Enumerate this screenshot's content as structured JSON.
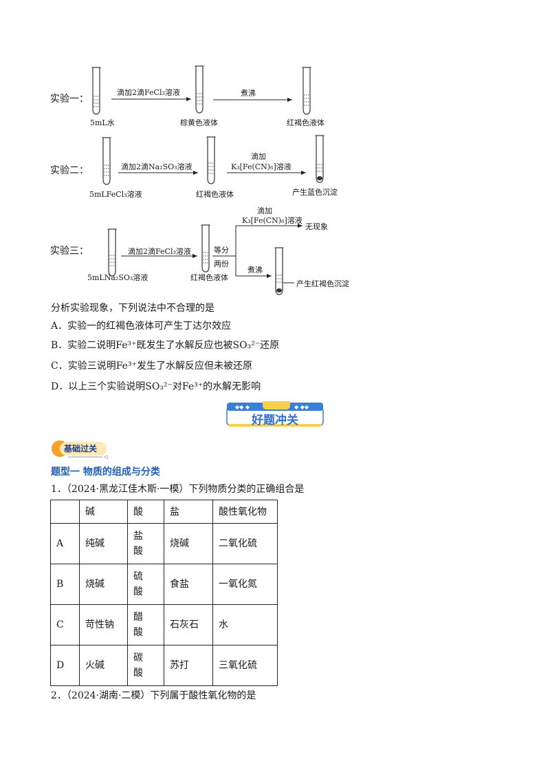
{
  "experiments": {
    "exp1": {
      "label": "实验一：",
      "start_label": "5mL水",
      "arrow1_label": "滴加2滴FeCl₃溶液",
      "mid_label": "棕黄色液体",
      "arrow2_label": "煮沸",
      "end_label": "红褐色液体"
    },
    "exp2": {
      "label": "实验二：",
      "start_label": "5mLFeCl₃溶液",
      "arrow1_label": "滴加2滴Na₂SO₃溶液",
      "mid_label": "红褐色液体",
      "arrow2_label_top": "滴加",
      "arrow2_label_bottom": "K₃[Fe(CN)₆]溶液",
      "end_label": "产生蓝色沉淀"
    },
    "exp3": {
      "label": "实验三：",
      "start_label": "5mLNa₂SO₃溶液",
      "arrow1_label": "滴加2滴FeCl₃溶液",
      "mid_label": "红褐色液体",
      "split_label_top": "等分",
      "split_label_bottom": "两份",
      "branch1_label_top": "滴加",
      "branch1_label_bottom": "K₃[Fe(CN)₆]溶液",
      "branch1_result": "无现象",
      "branch2_label": "煮沸",
      "branch2_result": "产生红褐色沉淀"
    }
  },
  "question": {
    "stem": "分析实验现象，下列说法中不合理的是",
    "options": [
      "A．实验一的红褐色液体可产生丁达尔效应",
      "B．实验二说明Fe³⁺既发生了水解反应也被SO₃²⁻还原",
      "C．实验三说明Fe³⁺发生了水解反应但未被还原",
      "D．以上三个实验说明SO₃²⁻对Fe³⁺的水解无影响"
    ]
  },
  "banner": {
    "title": "好题冲关"
  },
  "section_badge": {
    "title": "基础过关"
  },
  "topic_heading": "题型一  物质的组成与分类",
  "q1": {
    "stem": "1．（2024·黑龙江佳木斯·一模）下列物质分类的正确组合是",
    "table": {
      "headers": [
        "",
        "碱",
        "酸",
        "盐",
        "酸性氧化物"
      ],
      "rows": [
        [
          "A",
          "纯碱",
          "盐\n酸",
          "烧碱",
          "二氧化硫"
        ],
        [
          "B",
          "烧碱",
          "硫\n酸",
          "食盐",
          "一氧化氮"
        ],
        [
          "C",
          "苛性钠",
          "醋\n酸",
          "石灰石",
          "水"
        ],
        [
          "D",
          "火碱",
          "碳\n酸",
          "苏打",
          "三氧化硫"
        ]
      ]
    }
  },
  "q2": {
    "stem": "2．（2024·湖南·二模）下列属于酸性氧化物的是"
  },
  "colors": {
    "banner_blue": "#3a7fd6",
    "banner_yellow": "#f6cf4d",
    "heading_blue": "#1f5fb0",
    "badge_orange": "#f3a32a"
  }
}
